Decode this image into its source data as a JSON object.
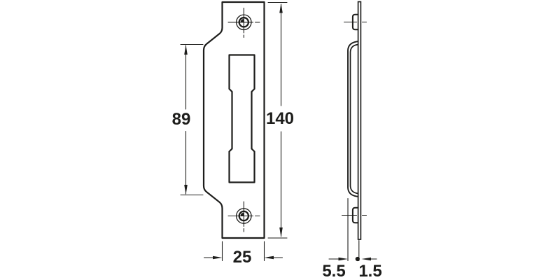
{
  "diagram": {
    "colors": {
      "line": "#1d1d1b",
      "background": "#ffffff"
    },
    "dimensions": {
      "inner_height": "89",
      "overall_height": "140",
      "width": "25",
      "depth": "5.5",
      "thickness": "1.5"
    }
  }
}
